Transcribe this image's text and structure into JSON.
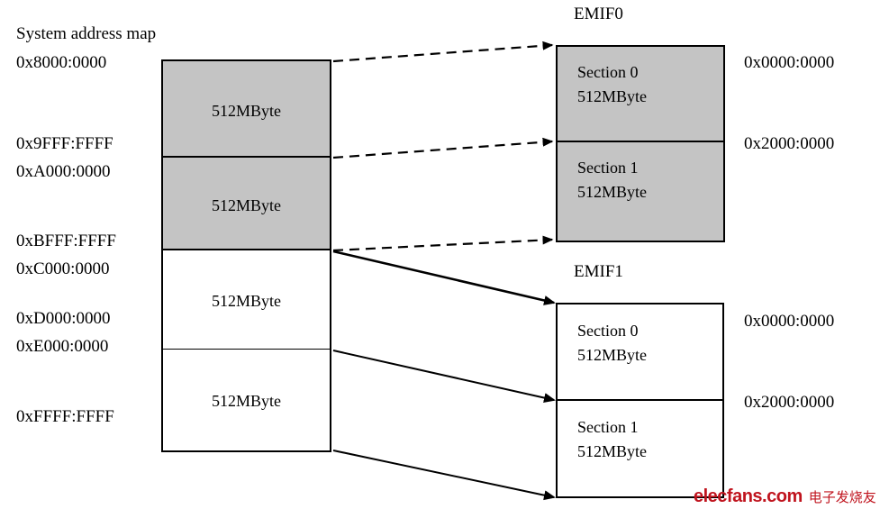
{
  "diagram": {
    "title": "System address map",
    "left_block": {
      "name": "system-address-map-block",
      "segments": [
        {
          "label": "512MByte",
          "fill": "#c4c4c4",
          "start_addr": "0x8000:0000",
          "end_addr": "0x9FFF:FFFF"
        },
        {
          "label": "512MByte",
          "fill": "#c4c4c4",
          "start_addr": "0xA000:0000",
          "end_addr": "0xBFFF:FFFF"
        },
        {
          "label": "512MByte",
          "fill": "#ffffff",
          "start_addr": "0xC000:0000",
          "end_addr": "0xD000:0000"
        },
        {
          "label": "512MByte",
          "fill": "#ffffff",
          "start_addr": "0xE000:0000",
          "end_addr": "0xFFFF:FFFF"
        }
      ],
      "address_labels": [
        "0x8000:0000",
        "0x9FFF:FFFF",
        "0xA000:0000",
        "0xBFFF:FFFF",
        "0xC000:0000",
        "0xD000:0000",
        "0xE000:0000",
        "0xFFFF:FFFF"
      ]
    },
    "emif0": {
      "title": "EMIF0",
      "fill": "#c4c4c4",
      "sections": [
        {
          "name": "Section 0",
          "size": "512MByte",
          "address": "0x0000:0000"
        },
        {
          "name": "Section 1",
          "size": "512MByte",
          "address": "0x2000:0000"
        }
      ]
    },
    "emif1": {
      "title": "EMIF1",
      "fill": "#ffffff",
      "sections": [
        {
          "name": "Section 0",
          "size": "512MByte",
          "address": "0x0000:0000"
        },
        {
          "name": "Section 1",
          "size": "512MByte",
          "address": "0x2000:0000"
        }
      ]
    },
    "arrows": {
      "dashed_to_emif0": 3,
      "solid_to_emif1": 3
    }
  },
  "watermark": {
    "text_en": "elecfans.com",
    "text_cn": "电子发烧友",
    "color": "#c0141e"
  }
}
